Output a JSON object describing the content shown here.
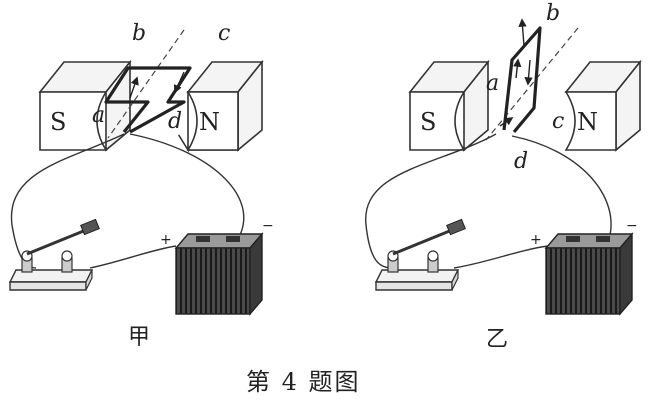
{
  "diagram_a": {
    "caption": "甲",
    "pole_left": "S",
    "pole_right": "N",
    "labels": {
      "a": "a",
      "b": "b",
      "c": "c",
      "d": "d"
    }
  },
  "diagram_b": {
    "caption": "乙",
    "pole_left": "S",
    "pole_right": "N",
    "labels": {
      "a": "a",
      "b": "b",
      "c": "c",
      "d": "d"
    }
  },
  "battery": {
    "plus": "+",
    "minus": "−"
  },
  "figure_caption": "第 4 题图"
}
